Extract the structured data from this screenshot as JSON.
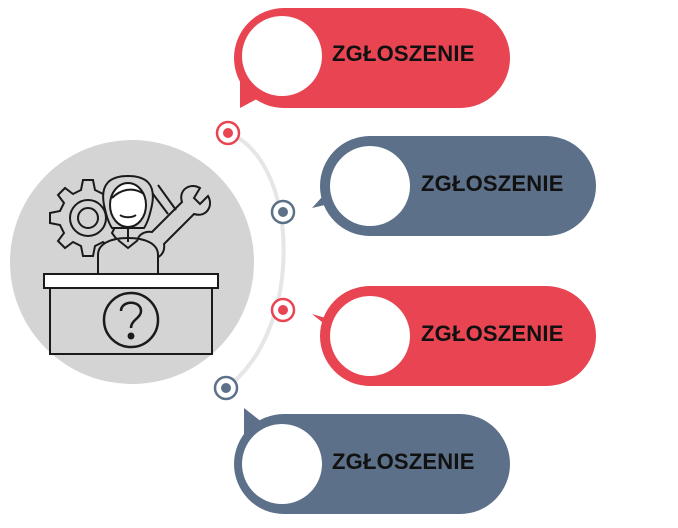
{
  "items": [
    {
      "label": "ZGŁOSZENIE",
      "color": "#e84451"
    },
    {
      "label": "ZGŁOSZENIE",
      "color": "#5c7089"
    },
    {
      "label": "ZGŁOSZENIE",
      "color": "#e84451"
    },
    {
      "label": "ZGŁOSZENIE",
      "color": "#5c7089"
    }
  ],
  "colors": {
    "red": "#e84451",
    "slate": "#5c7089",
    "circle_bg": "#d4d4d4",
    "arc": "#e6e6e6",
    "icon_line": "#1a1a1a"
  },
  "illustration": {
    "icons": [
      "gear-icon",
      "wrench-icon",
      "person-icon",
      "question-mark-icon"
    ]
  }
}
